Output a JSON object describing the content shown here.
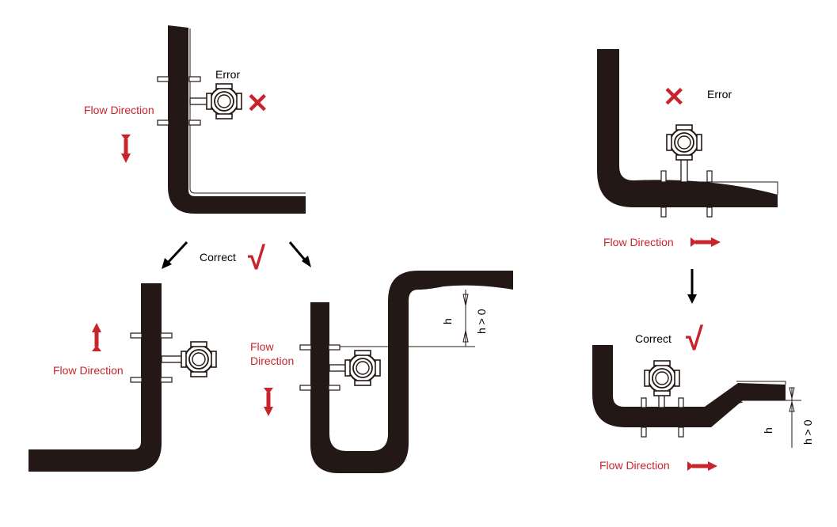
{
  "colors": {
    "pipe": "#231815",
    "accent": "#c8242b",
    "ink": "#000000",
    "body": "#3a3a3a",
    "paper": "#ffffff"
  },
  "labels": {
    "error": "Error",
    "correct": "Correct",
    "flow_direction": "Flow Direction",
    "flow_word": "Flow",
    "direction_word": "Direction",
    "cross_mark": "✕",
    "check_mark": "√",
    "h": "h",
    "h_gt_0": "h > 0"
  },
  "icons": [
    "meter-icon",
    "cross-icon",
    "check-icon",
    "flow-arrow-icon",
    "black-arrow-icon"
  ]
}
